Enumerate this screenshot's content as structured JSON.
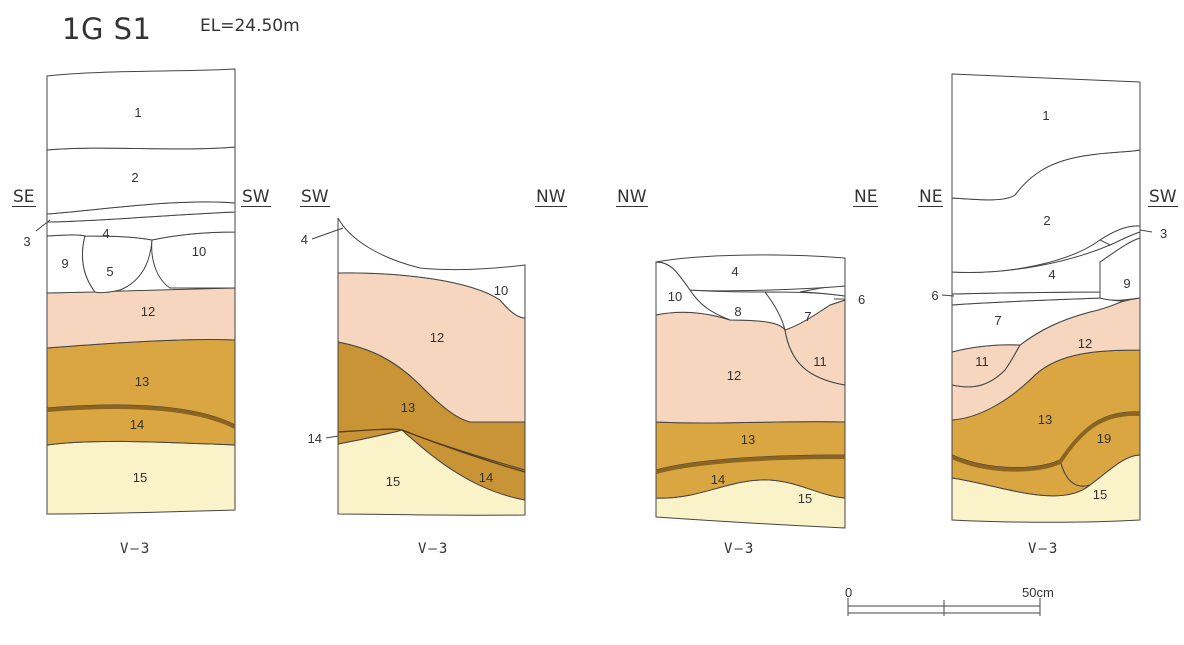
{
  "title": {
    "main": "1G S1",
    "elevation": "EL=24.50m"
  },
  "colors": {
    "layer_white": "#ffffff",
    "layer_pink": "#f6d6bf",
    "layer_ochre": "#d9a642",
    "layer_dark": "#c89435",
    "layer_cream": "#faf2c8",
    "line": "#444444",
    "band": "#8a6420"
  },
  "panels": [
    {
      "id": "p1",
      "directions": {
        "left": "SE",
        "right": "SW"
      },
      "bottom_label": "V–3",
      "layers": [
        "1",
        "2",
        "3",
        "4",
        "5",
        "9",
        "10",
        "12",
        "13",
        "14",
        "15"
      ]
    },
    {
      "id": "p2",
      "directions": {
        "left": "SW",
        "right": "NW"
      },
      "bottom_label": "V–3",
      "layers": [
        "4",
        "10",
        "12",
        "13",
        "14",
        "14",
        "15"
      ]
    },
    {
      "id": "p3",
      "directions": {
        "left": "NW",
        "right": "NE"
      },
      "bottom_label": "V–3",
      "layers": [
        "4",
        "10",
        "8",
        "7",
        "6",
        "11",
        "12",
        "13",
        "14",
        "15"
      ]
    },
    {
      "id": "p4",
      "directions": {
        "left": "NE",
        "right": "SW"
      },
      "bottom_label": "V–3",
      "layers": [
        "1",
        "2",
        "3",
        "4",
        "9",
        "6",
        "7",
        "11",
        "12",
        "13",
        "19",
        "15"
      ]
    }
  ],
  "scale_bar": {
    "start": "0",
    "end": "50cm"
  }
}
